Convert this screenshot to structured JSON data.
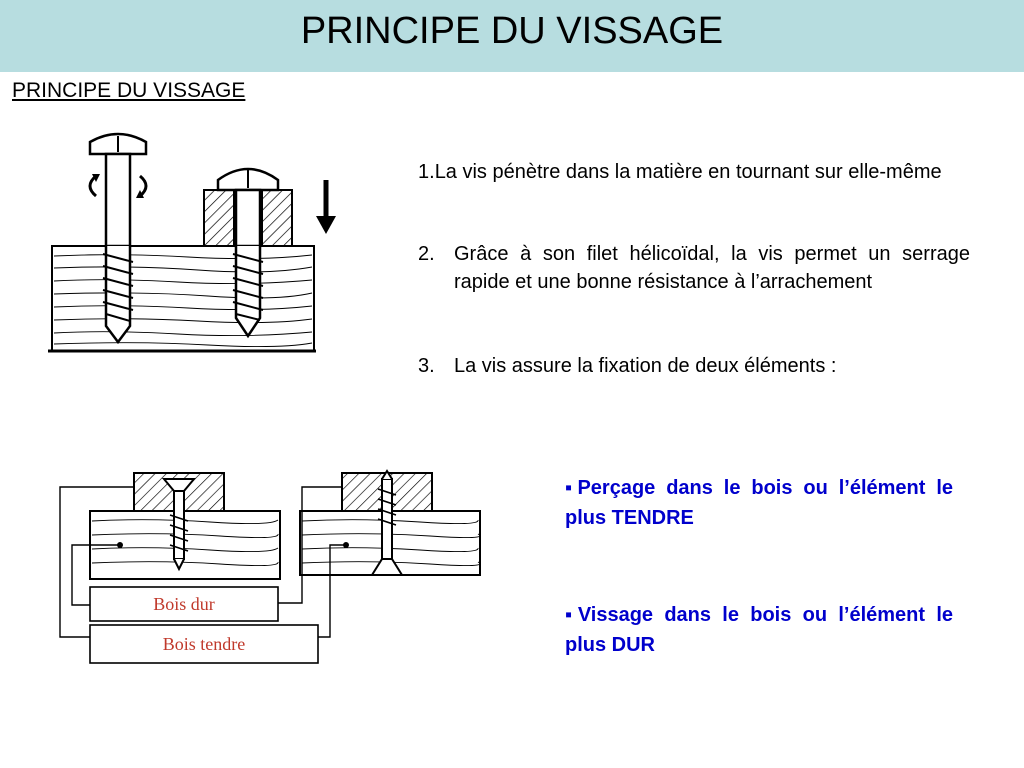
{
  "slide": {
    "title": "PRINCIPE DU VISSAGE",
    "subtitle": "PRINCIPE DU VISSAGE"
  },
  "points": [
    {
      "number": "1.",
      "text": "La vis pénètre dans la matière en tournant sur elle-même"
    },
    {
      "number": "2.",
      "text": "Grâce à son filet hélicoïdal, la vis permet un serrage rapide et une bonne résistance à l’arrachement"
    },
    {
      "number": "3.",
      "text": "La vis assure la fixation de deux éléments :"
    }
  ],
  "bullets": [
    {
      "marker": "▪",
      "text": "Perçage dans le bois ou l’élément le plus TENDRE"
    },
    {
      "marker": "▪",
      "text": "Vissage dans le bois ou l’élément le plus DUR"
    }
  ],
  "figure2": {
    "label_hard": "Bois dur",
    "label_soft": "Bois tendre",
    "label_color": "#c0392b"
  },
  "colors": {
    "title_bar": "#b7dde0",
    "accent_text": "#0000cc"
  }
}
